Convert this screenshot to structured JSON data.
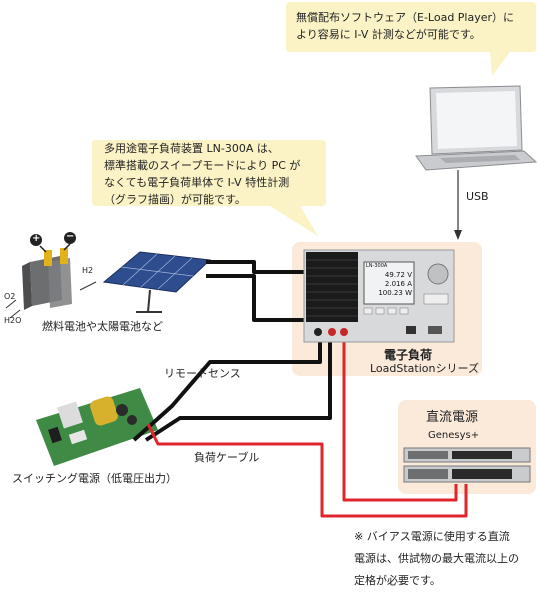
{
  "bubbles": {
    "software": {
      "line1": "無償配布ソフトウェア（E-Load Player）に",
      "line2": "より容易に I-V 計測などが可能です。"
    },
    "load": {
      "line1": "多用途電子負荷装置 LN-300A は、",
      "line2": "標準搭載のスイープモードにより PC が",
      "line3": "なくても電子負荷単体で I-V 特性計測",
      "line4": "（グラフ描画）が可能です。"
    }
  },
  "labels": {
    "usb": "USB",
    "fuel_cell": "燃料電池や太陽電池など",
    "remote_sense": "リモートセンス",
    "load_cable": "負荷ケーブル",
    "switching_psu": "スイッチング電源（低電圧出力）",
    "e_load_title": "電子負荷",
    "e_load_series": "LoadStationシリーズ",
    "dc_psu_title": "直流電源",
    "dc_psu_series": "Genesys+",
    "h2": "H2",
    "o2": "O2",
    "h2o": "H2O",
    "plus": "+",
    "minus": "−"
  },
  "device_screen": {
    "model": "LN-300A",
    "v": "49.72",
    "v_unit": "V",
    "a": "2.016",
    "a_unit": "A",
    "w": "100.23",
    "w_unit": "W"
  },
  "note": {
    "line1": "※ バイアス電源に使用する直流",
    "line2": "電源は、供試物の最大電流以上の",
    "line3": "定格が必要です。"
  },
  "colors": {
    "bubble_bg": "#fbf3c6",
    "panel_bg": "#fbe9da",
    "sense_wire": "#111111",
    "load_wire": "#e0242b"
  }
}
